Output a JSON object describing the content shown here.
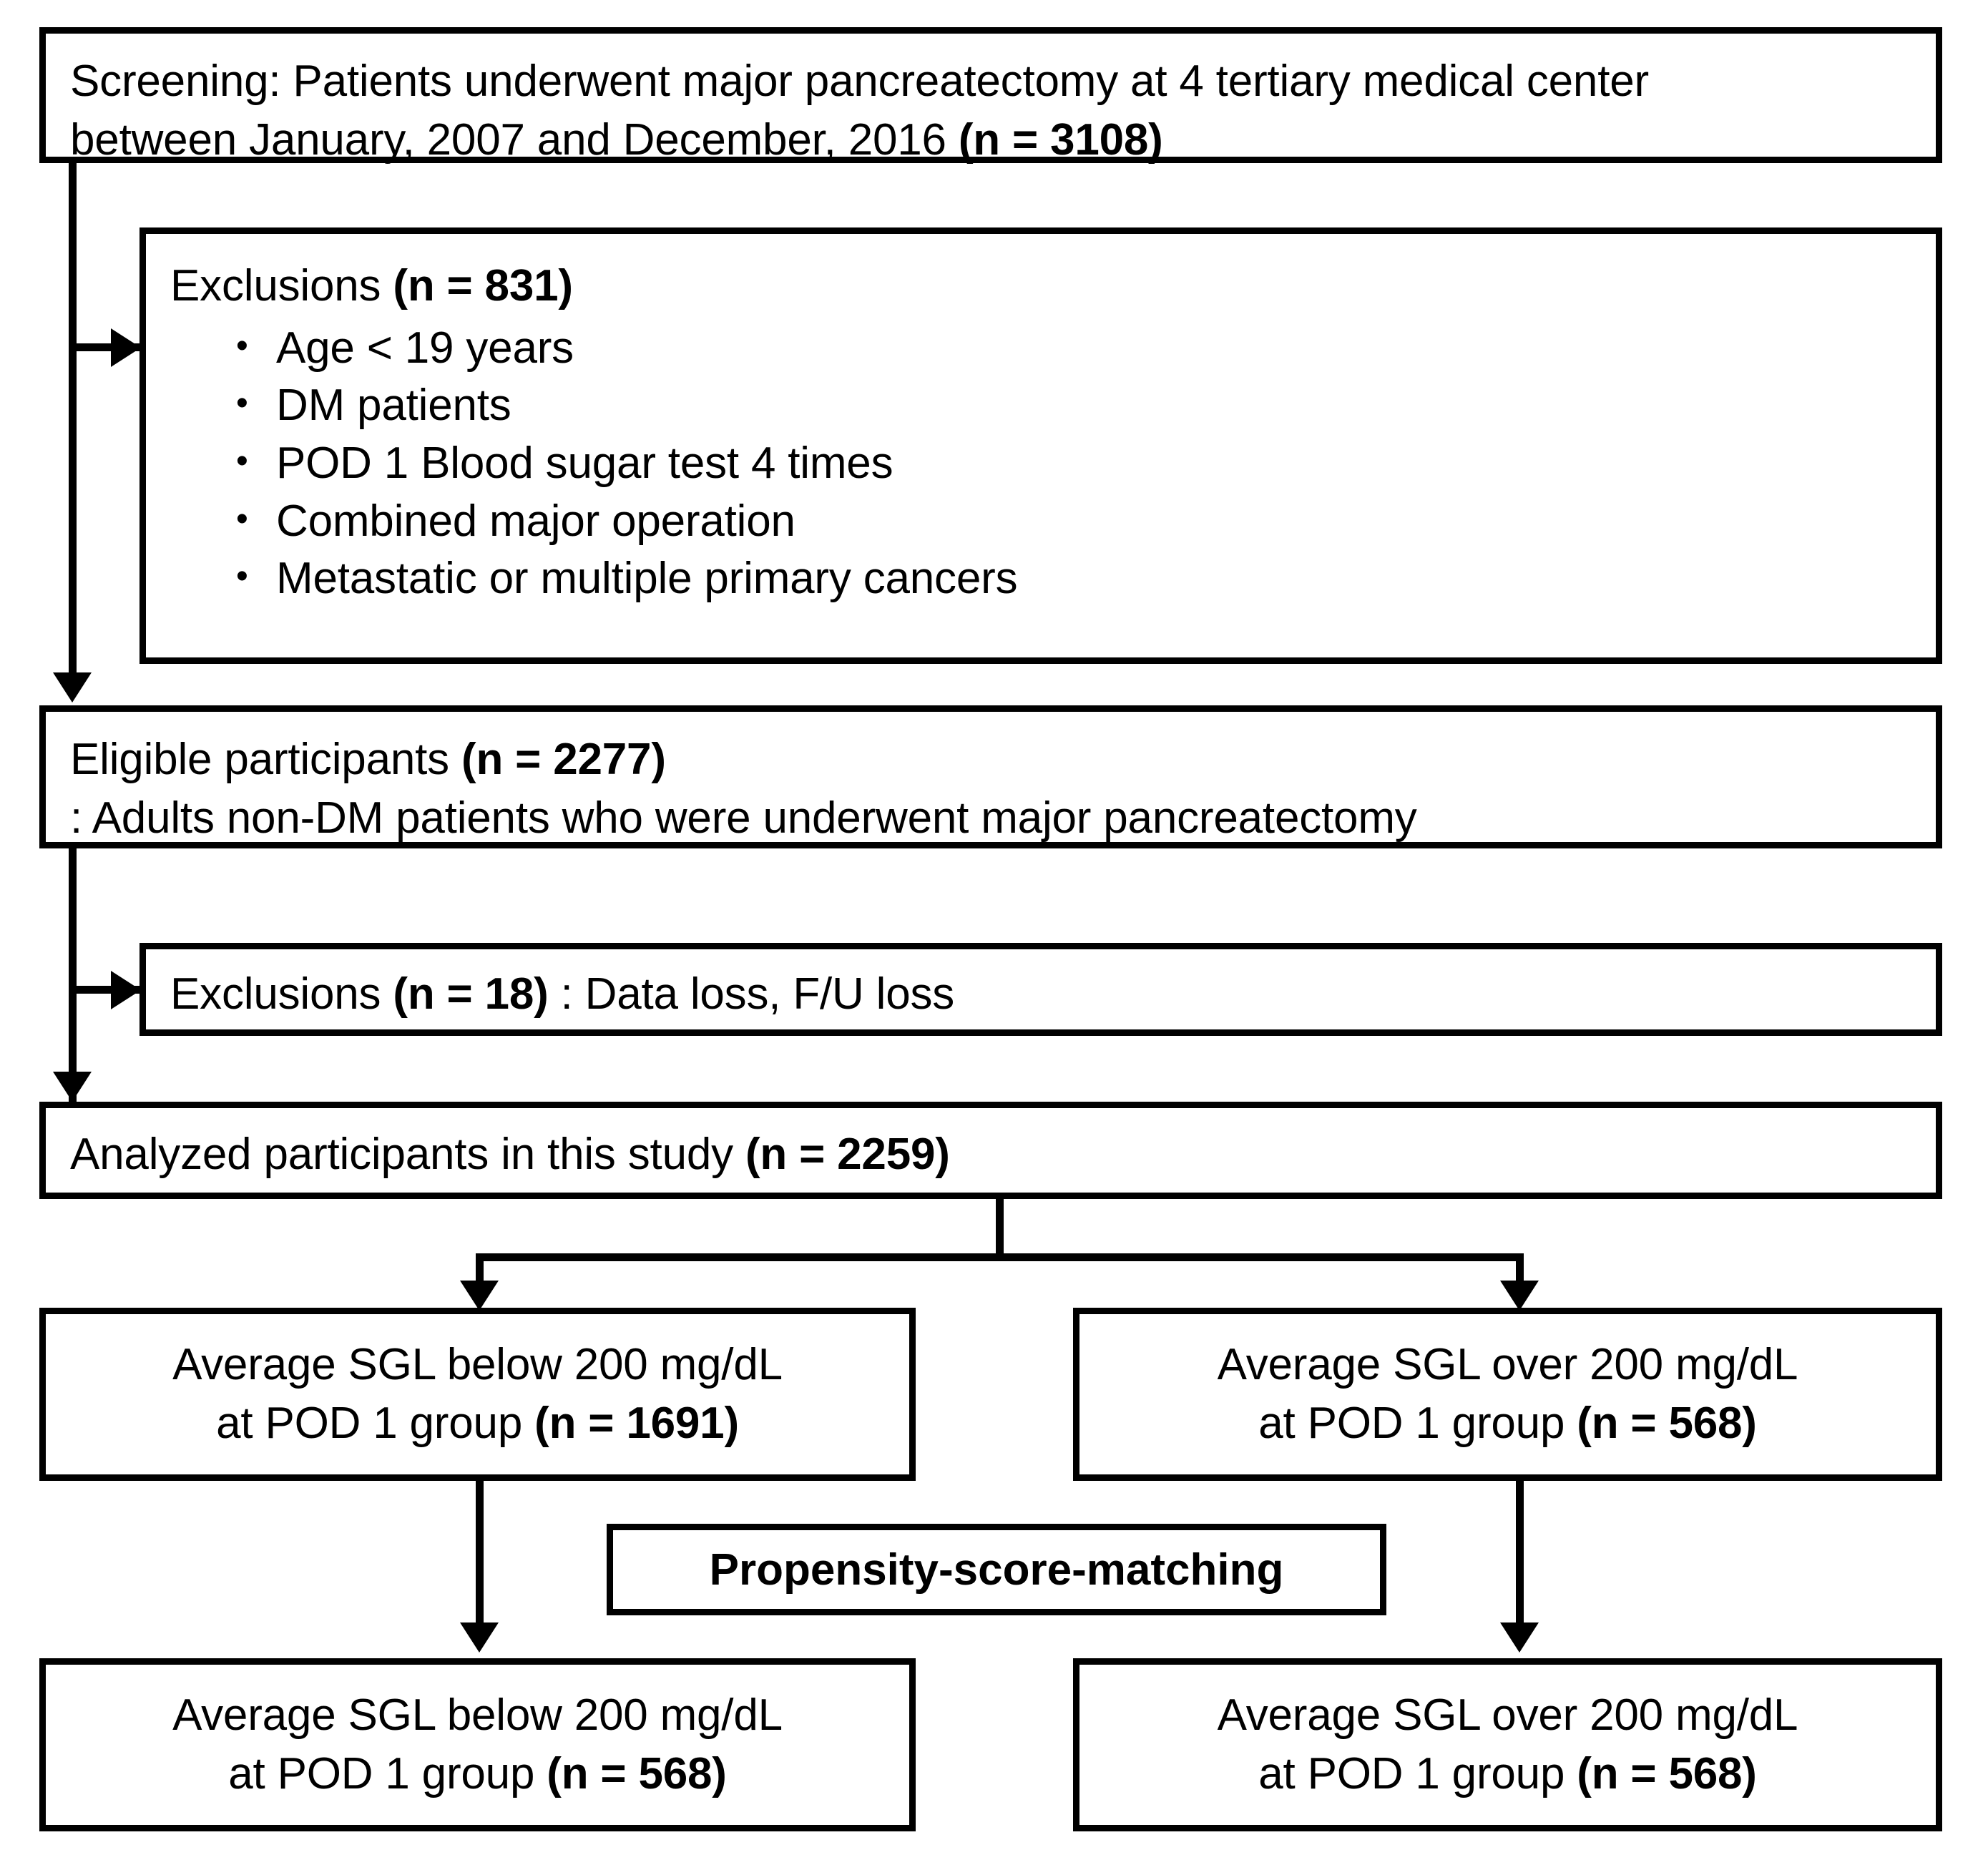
{
  "diagram": {
    "title": "Study participant flow diagram",
    "accent_color": "#000000",
    "background_color": "#ffffff"
  },
  "nodes": {
    "screening": {
      "line1": "Screening: Patients underwent major pancreatectomy at 4 tertiary medical center",
      "line2_prefix": "between January, 2007 and December, 2016 ",
      "line2_count": "(n = 3108)"
    },
    "exclusions_1": {
      "heading_prefix": "Exclusions ",
      "heading_count": "(n = 831)",
      "items": [
        "Age < 19 years",
        "DM patients",
        "POD 1 Blood sugar test 4 times",
        "Combined major operation",
        "Metastatic or multiple primary cancers"
      ]
    },
    "eligible": {
      "line1_prefix": "Eligible participants ",
      "line1_count": "(n = 2277)",
      "line2": ": Adults non-DM patients who were underwent major pancreatectomy"
    },
    "exclusions_2": {
      "prefix": "Exclusions ",
      "count": "(n = 18)",
      "suffix": " : Data loss, F/U loss"
    },
    "analyzed": {
      "prefix": "Analyzed participants in this study ",
      "count": "(n = 2259)"
    },
    "group_below_pre": {
      "line1": "Average SGL below 200 mg/dL",
      "line2_prefix": "at POD 1 group ",
      "line2_count": "(n = 1691)"
    },
    "group_over_pre": {
      "line1": "Average SGL over 200 mg/dL",
      "line2_prefix": "at POD 1 group ",
      "line2_count": "(n = 568)"
    },
    "matching": {
      "label": "Propensity-score-matching"
    },
    "group_below_post": {
      "line1": "Average SGL below 200 mg/dL",
      "line2_prefix": "at POD 1 group ",
      "line2_count": "(n = 568)"
    },
    "group_over_post": {
      "line1": "Average SGL over 200 mg/dL",
      "line2_prefix": "at POD 1 group ",
      "line2_count": "(n = 568)"
    }
  }
}
